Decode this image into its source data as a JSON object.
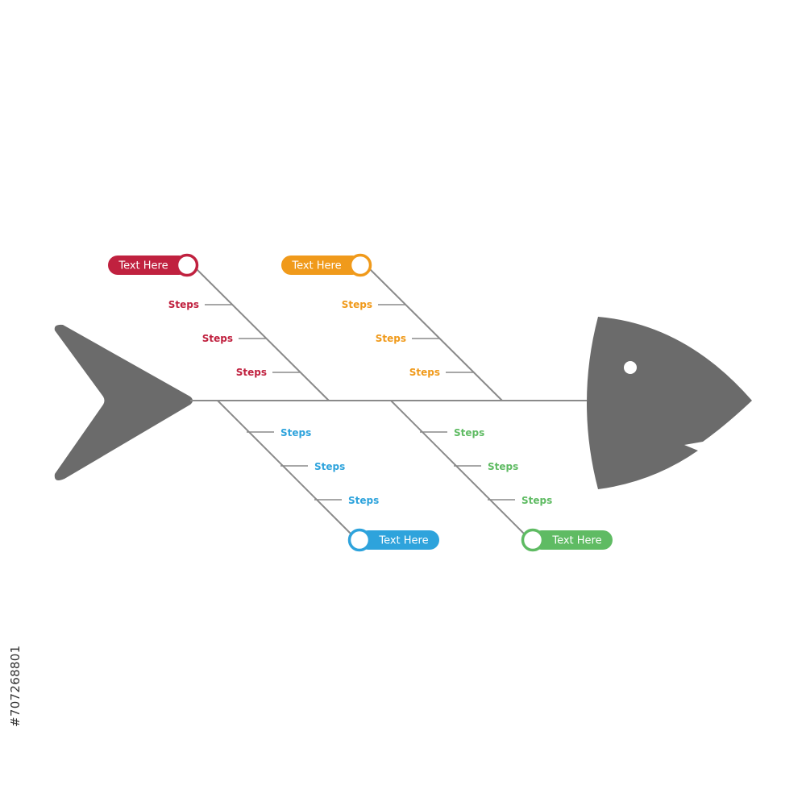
{
  "diagram": {
    "colors": {
      "fish": "#6b6b6b",
      "spine": "#8a8a8a",
      "red": "#c0213f",
      "orange": "#f09a1b",
      "blue": "#2ea3dc",
      "green": "#5fbb63"
    },
    "causes": [
      {
        "label": "Text Here",
        "color": "red",
        "steps": [
          "Steps",
          "Steps",
          "Steps"
        ]
      },
      {
        "label": "Text Here",
        "color": "orange",
        "steps": [
          "Steps",
          "Steps",
          "Steps"
        ]
      },
      {
        "label": "Text Here",
        "color": "blue",
        "steps": [
          "Steps",
          "Steps",
          "Steps"
        ]
      },
      {
        "label": "Text Here",
        "color": "green",
        "steps": [
          "Steps",
          "Steps",
          "Steps"
        ]
      }
    ]
  },
  "watermark": {
    "text": "#707268801"
  }
}
